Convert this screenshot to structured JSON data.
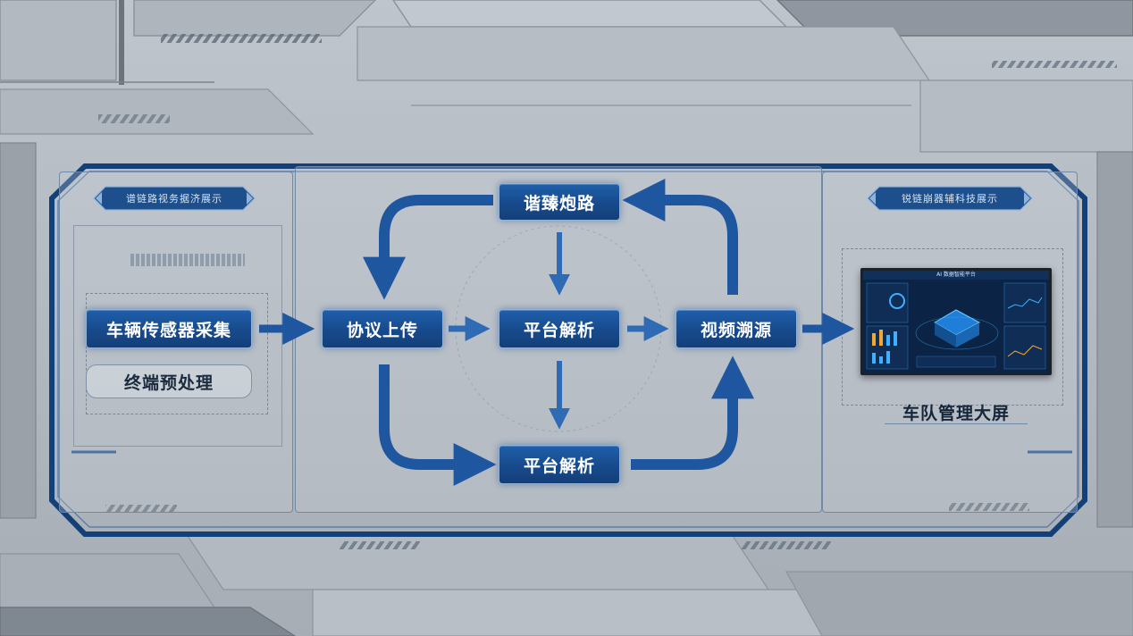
{
  "left_panel": {
    "banner": "谱链路视务据济展示",
    "nodes": {
      "sensor": "车辆传感器采集",
      "preprocess": "终端预处理"
    }
  },
  "center_panel": {
    "nodes": {
      "top": "谐臻炮路",
      "upload": "协议上传",
      "parse_middle": "平台解析",
      "trace": "视频溯源",
      "parse_bottom": "平台解析"
    }
  },
  "right_panel": {
    "banner": "锐链崩器辅科技展示",
    "screen_title": "AI 数据智能平台",
    "caption": "车队管理大屏"
  },
  "colors": {
    "accent": "#1f5faa",
    "accent_dark": "#143f78",
    "node_border": "#8fb3dc",
    "panel_frame": "#14407a",
    "text_dark": "#16263a"
  }
}
